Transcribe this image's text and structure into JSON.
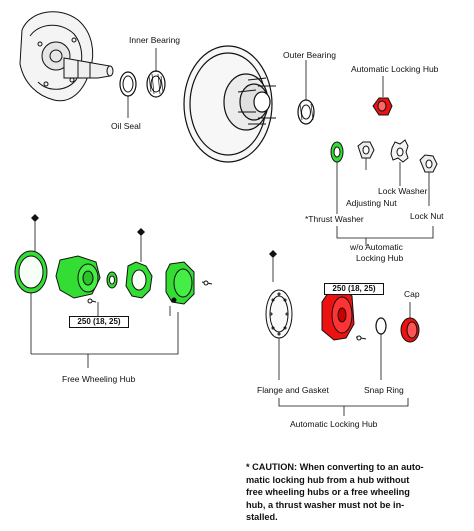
{
  "labels": {
    "inner_bearing": "Inner Bearing",
    "oil_seal": "Oil Seal",
    "outer_bearing": "Outer Bearing",
    "auto_locking_hub_top": "Automatic Locking Hub",
    "lock_washer": "Lock Washer",
    "adjusting_nut": "Adjusting Nut",
    "thrust_washer": "*Thrust Washer",
    "lock_nut": "Lock Nut",
    "wo_auto_line1": "w/o Automatic",
    "wo_auto_line2": "Locking Hub",
    "free_wheeling_hub": "Free Wheeling Hub",
    "flange_gasket": "Flange and Gasket",
    "snap_ring": "Snap Ring",
    "cap": "Cap",
    "auto_locking_hub_bottom": "Automatic Locking Hub"
  },
  "torque_left": "250 (18, 25)",
  "torque_right": "250 (18, 25)",
  "caution": [
    "* CAUTION: When converting to an auto-",
    "matic locking hub from a hub without",
    "free wheeling hubs or a free wheeling",
    "hub, a thrust washer must not be in-",
    "stalled."
  ],
  "colors": {
    "green": "#33dd33",
    "red": "#ee1111",
    "line": "#111111"
  }
}
